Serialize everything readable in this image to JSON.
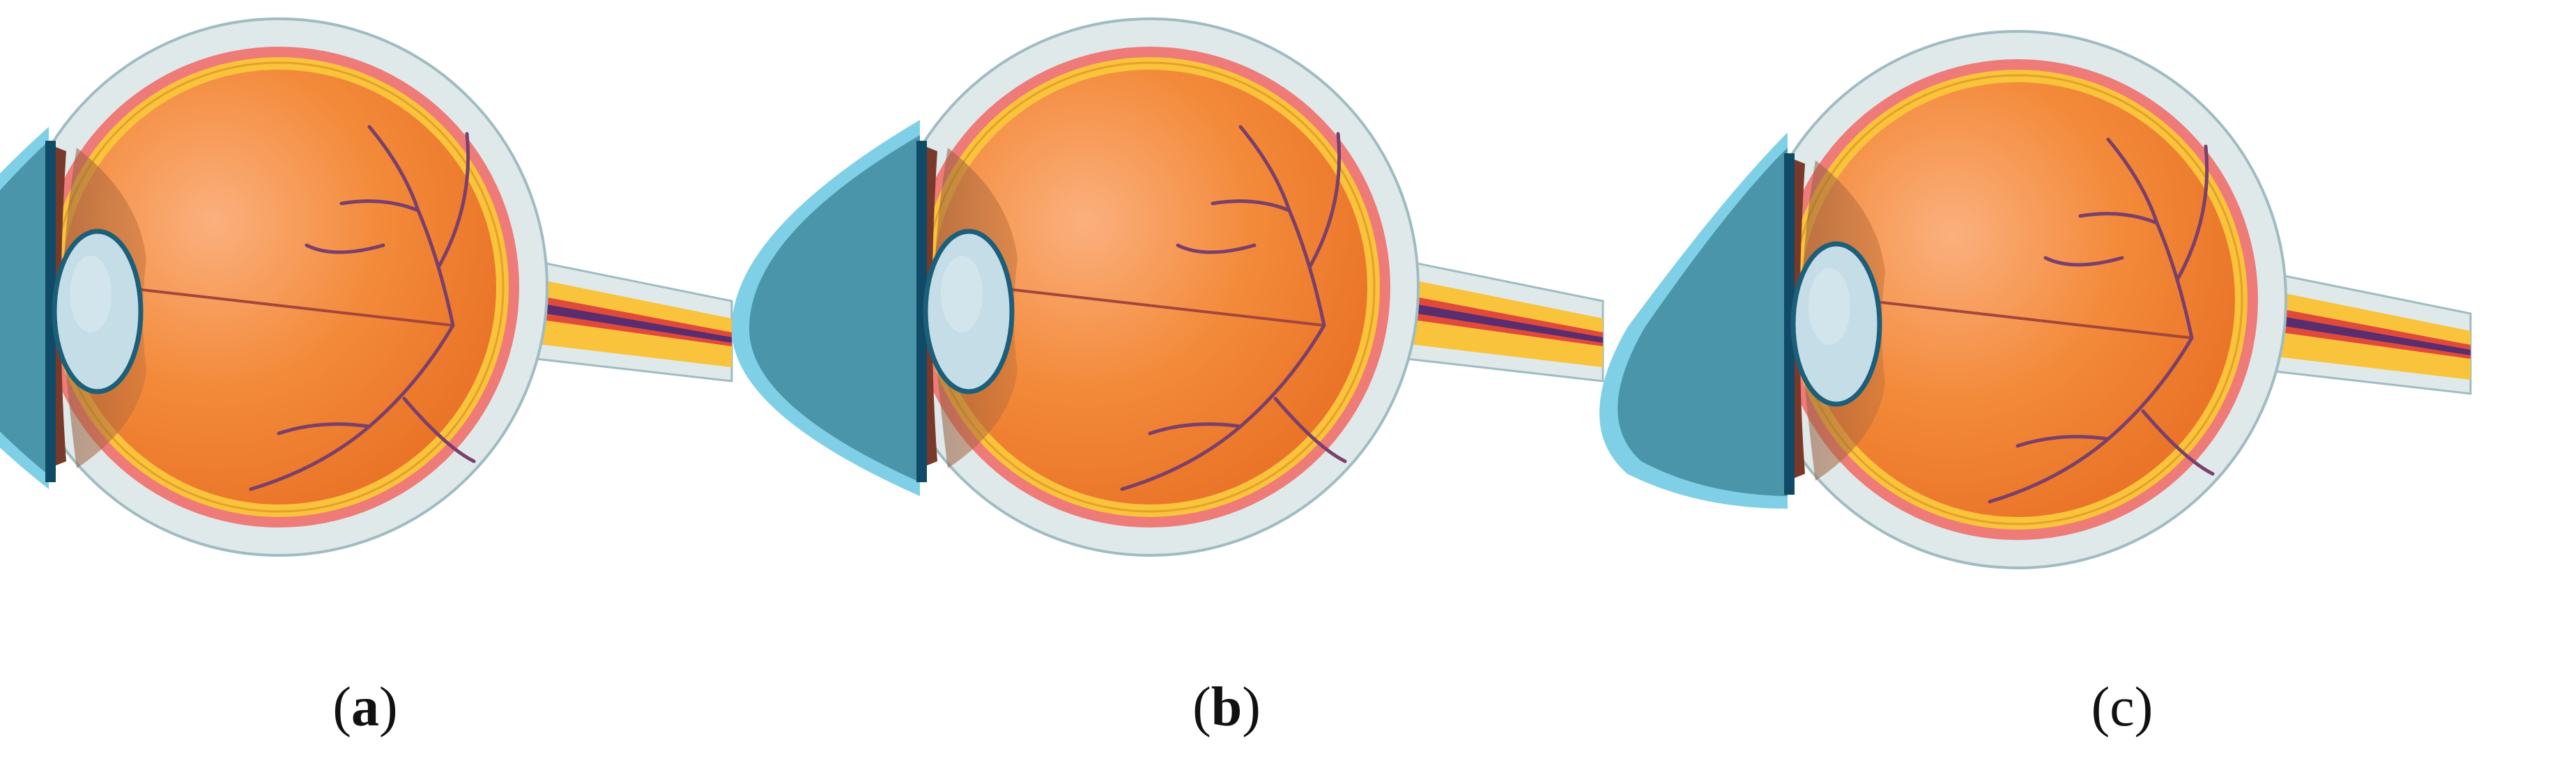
{
  "panels": [
    {
      "id": "a",
      "open": "(",
      "letter": "a",
      "close": ")"
    },
    {
      "id": "b",
      "open": "(",
      "letter": "b",
      "close": ")"
    },
    {
      "id": "c",
      "open": "(",
      "letter": "c",
      "close": ")"
    }
  ],
  "colors": {
    "sclera_outer": "#dfe9ea",
    "sclera_edge": "#9fbcc2",
    "choroid": "#ee7b78",
    "retina": "#f9c33c",
    "vitreous": "#f38a3a",
    "cornea_edge": "#7fd0e6",
    "anterior_chamber": "#4a95aa",
    "lens": "#c4dde6",
    "iris": "#0f4a66",
    "vessel": "#7a3f6a",
    "optic_nerve_purple": "#5a2d6e"
  },
  "cornea_shape_by_panel": [
    "normal",
    "steep",
    "keratoconus"
  ]
}
